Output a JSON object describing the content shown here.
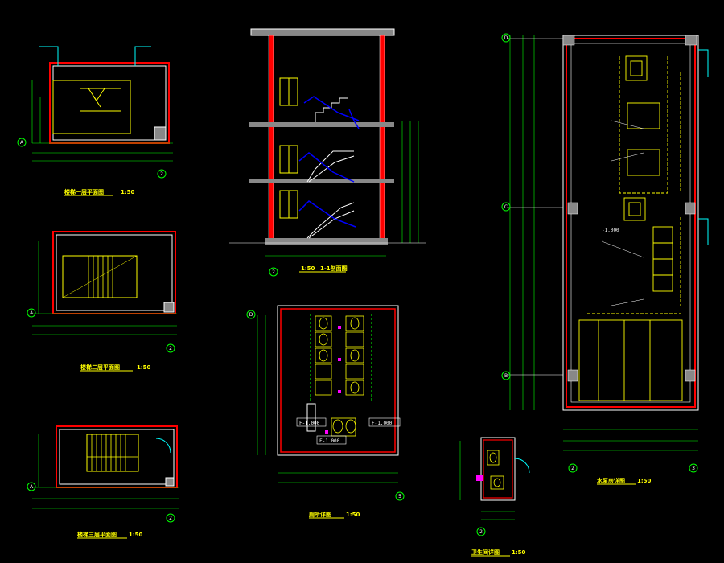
{
  "drawings": {
    "stair_a1": {
      "title": "楼梯一层平面图",
      "scale": "1:50",
      "grid": [
        "A",
        "2"
      ]
    },
    "stair_a2": {
      "title": "楼梯二层平面图",
      "scale": "1:50",
      "grid": [
        "A",
        "2"
      ]
    },
    "stair_a3": {
      "title": "楼梯三层平面图",
      "scale": "1:50",
      "grid": [
        "A",
        "2"
      ]
    },
    "section": {
      "title": "1-1剖面图",
      "scale": "1:50",
      "grid": [
        "2"
      ]
    },
    "toilet": {
      "title": "厕所详图",
      "scale": "1:50",
      "grid": [
        "D",
        "5"
      ],
      "marks": [
        "F-1.000",
        "F-1.000",
        "F-1.000"
      ]
    },
    "small": {
      "title": "卫生间详图",
      "scale": "1:50",
      "grid": [
        "2"
      ]
    },
    "pool": {
      "title": "水泵房详图",
      "scale": "1:50",
      "grid": [
        "D",
        "C",
        "B",
        "2",
        "3"
      ],
      "marks": [
        "-1.000"
      ]
    }
  },
  "colors": {
    "background": "#000000",
    "wall": "#ffffff",
    "hatch": "#ff0000",
    "fixture": "#ffff00",
    "dim": "#00ff00",
    "pipe": "#0000ff",
    "door": "#00ffff",
    "column": "#888888",
    "accent": "#ff00ff"
  }
}
